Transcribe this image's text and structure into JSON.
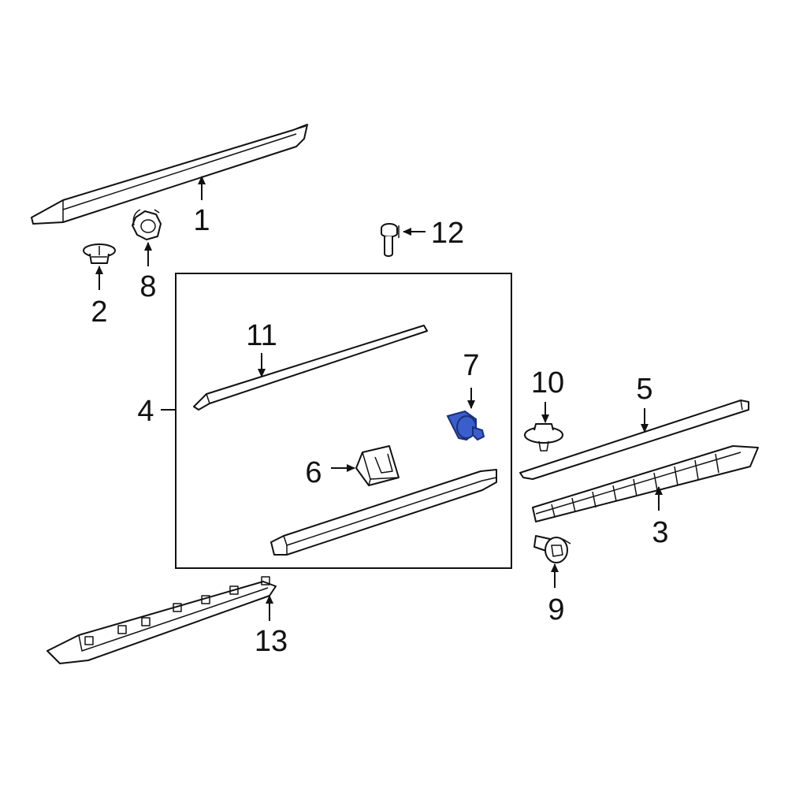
{
  "callouts": {
    "c1": "1",
    "c2": "2",
    "c3": "3",
    "c4": "4",
    "c5": "5",
    "c6": "6",
    "c7": "7",
    "c8": "8",
    "c9": "9",
    "c10": "10",
    "c11": "11",
    "c12": "12",
    "c13": "13"
  },
  "colors": {
    "line": "#111111",
    "background": "#ffffff",
    "highlight": "#3a5fcd",
    "highlight_outline": "#1b2f7a"
  },
  "highlighted_part": "7"
}
